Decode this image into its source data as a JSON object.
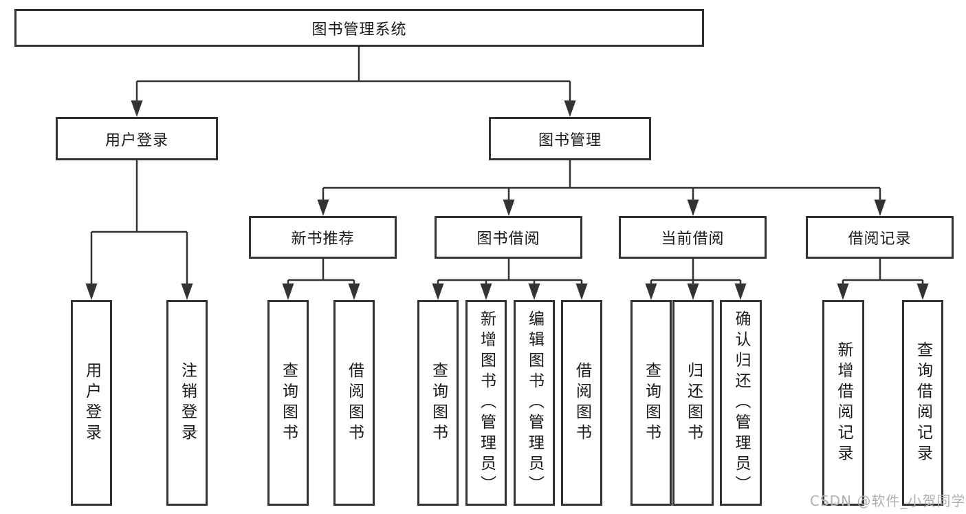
{
  "tree": {
    "label": "图书管理系统",
    "children": [
      {
        "label": "用户登录",
        "children": [
          {
            "label": "用户登录"
          },
          {
            "label": "注销登录"
          }
        ]
      },
      {
        "label": "图书管理",
        "children": [
          {
            "label": "新书推荐",
            "children": [
              {
                "label": "查询图书"
              },
              {
                "label": "借阅图书"
              }
            ]
          },
          {
            "label": "图书借阅",
            "children": [
              {
                "label": "查询图书"
              },
              {
                "label": "新增图书（管理员）"
              },
              {
                "label": "编辑图书（管理员）"
              },
              {
                "label": "借阅图书"
              }
            ]
          },
          {
            "label": "当前借阅",
            "children": [
              {
                "label": "查询图书"
              },
              {
                "label": "归还图书"
              },
              {
                "label": "确认归还（管理员）"
              }
            ]
          },
          {
            "label": "借阅记录",
            "children": [
              {
                "label": "新增借阅记录"
              },
              {
                "label": "查询借阅记录"
              }
            ]
          }
        ]
      }
    ]
  },
  "watermark": "CSDN @软件_小贺同学",
  "colors": {
    "line": "#333333",
    "text": "#1a1a1a",
    "watermark": "#b0b0b0",
    "background": "#ffffff"
  }
}
